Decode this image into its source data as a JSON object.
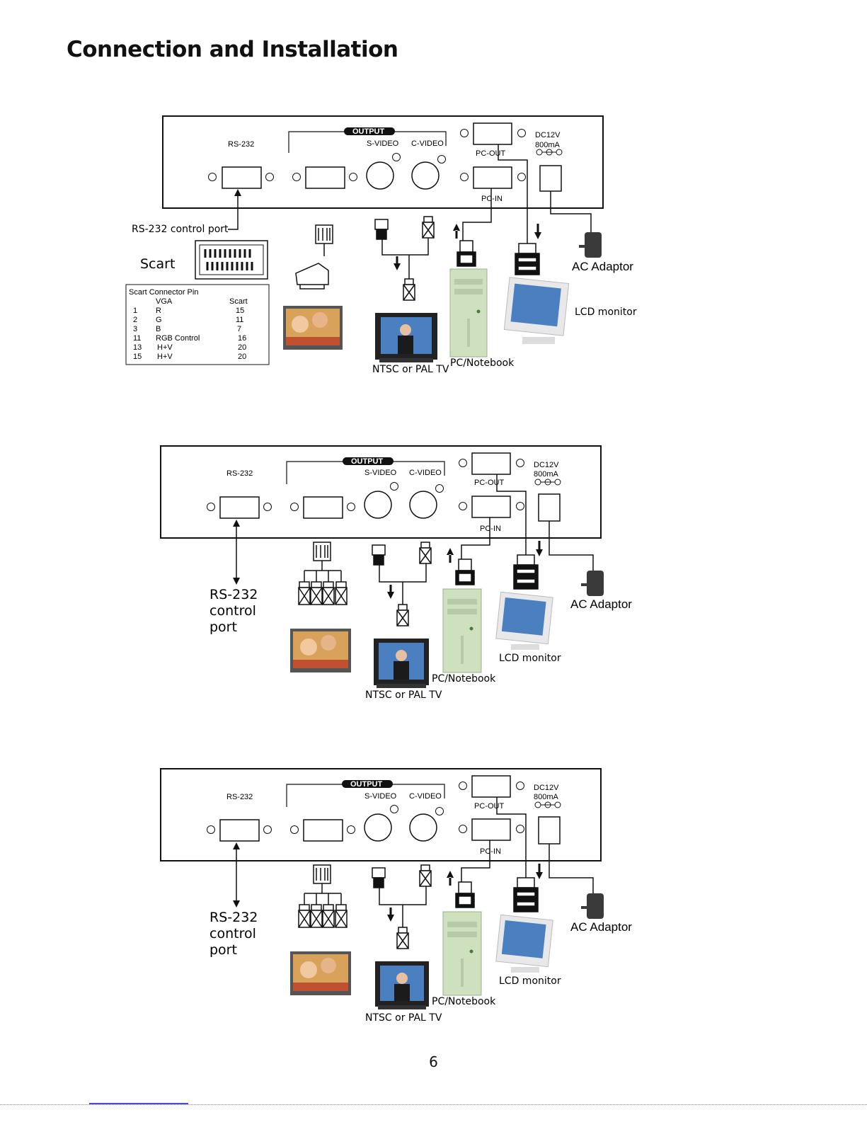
{
  "page": {
    "title": "Connection and Installation",
    "page_number": "6"
  },
  "panel": {
    "rs232": "RS-232",
    "output": "OUTPUT",
    "svideo": "S-VIDEO",
    "cvideo": "C-VIDEO",
    "pc_out": "PC-OUT",
    "pc_in": "PC-IN",
    "dc_voltage": "DC12V",
    "dc_current": "800mA"
  },
  "labels": {
    "rs232_control_port": "RS-232  control port",
    "rs232_control_port_lines": [
      "RS-232",
      "control",
      "port"
    ],
    "scart": "Scart",
    "ac_adaptor": "AC Adaptor",
    "lcd_monitor": "LCD monitor",
    "pc_notebook": "PC/Notebook",
    "tv": "NTSC or PAL TV"
  },
  "scart_table": {
    "title": "Scart Connector  Pin",
    "headers": [
      "VGA",
      "Scart"
    ],
    "rows": [
      [
        "1",
        "R",
        "15"
      ],
      [
        "2",
        "G",
        "11"
      ],
      [
        "3",
        "B",
        "7"
      ],
      [
        "11",
        "RGB Control",
        "16"
      ],
      [
        "13",
        "H+V",
        "20"
      ],
      [
        "15",
        "H+V",
        "20"
      ]
    ]
  },
  "colors": {
    "line": "#111111",
    "pc_tower": "#cfe0bf",
    "monitor_frame": "#e8e8ea",
    "tv_frame": "#222222",
    "screen_hue": "#4a7fc0",
    "accent_link": "#4a4ad8"
  },
  "icons": [
    "connector-plug-icon",
    "scart-plug-icon",
    "rca-plug-icon",
    "svideo-plug-icon",
    "vga-plug-icon",
    "ac-adaptor-icon",
    "arrow-icon"
  ]
}
